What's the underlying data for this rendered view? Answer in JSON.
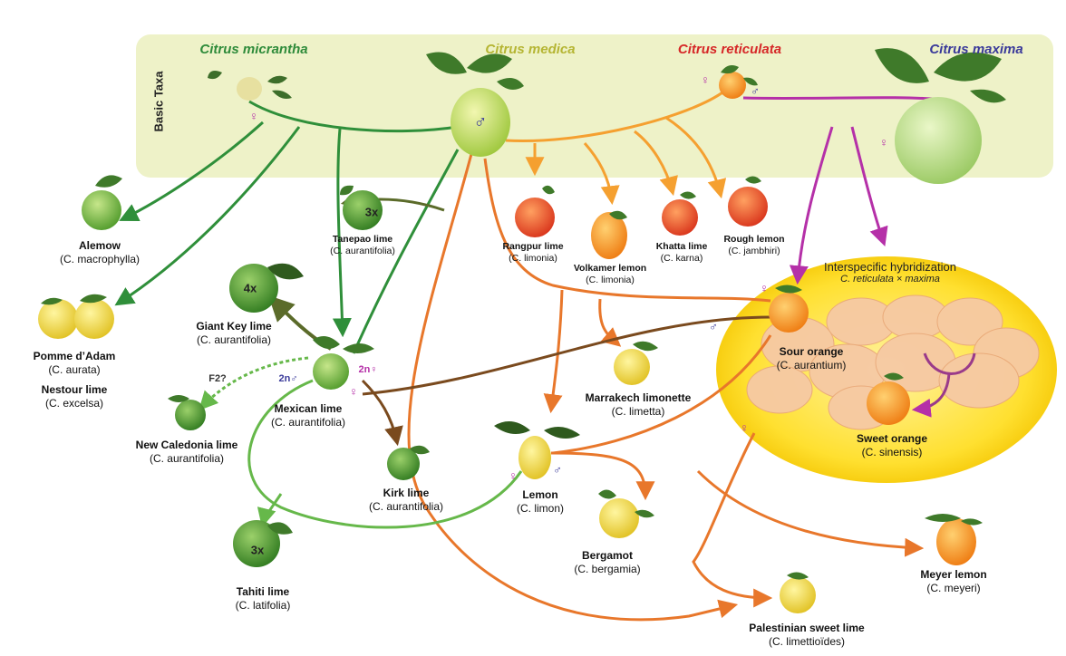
{
  "basic_taxa_label": "Basic Taxa",
  "taxa": {
    "micrantha": "Citrus micrantha",
    "medica": "Citrus medica",
    "reticulata": "Citrus reticulata",
    "maxima": "Citrus maxima"
  },
  "hybridization": {
    "title": "Interspecific hybridization",
    "subtitle": "C. reticulata × maxima"
  },
  "nodes": {
    "alemow": {
      "name": "Alemow",
      "species": "(C. macrophylla)"
    },
    "pomme": {
      "name": "Pomme d’Adam",
      "species": "(C. aurata)"
    },
    "nestour": {
      "name": "Nestour lime",
      "species": "(C. excelsa)"
    },
    "tanepao": {
      "name": "Tanepao lime",
      "species": "(C. aurantifolia)"
    },
    "giantkey": {
      "name": "Giant Key lime",
      "species": "(C. aurantifolia)"
    },
    "mexican": {
      "name": "Mexican lime",
      "species": "(C. aurantifolia)"
    },
    "newcal": {
      "name": "New Caledonia lime",
      "species": "(C. aurantifolia)"
    },
    "tahiti": {
      "name": "Tahiti lime",
      "species": "(C. latifolia)"
    },
    "kirk": {
      "name": "Kirk lime",
      "species": "(C. aurantifolia)"
    },
    "rangpur": {
      "name": "Rangpur lime",
      "species": "(C. limonia)"
    },
    "volkamer": {
      "name": "Volkamer lemon",
      "species": "(C. limonia)"
    },
    "khatta": {
      "name": "Khatta lime",
      "species": "(C. karna)"
    },
    "rough": {
      "name": "Rough lemon",
      "species": "(C. jambhiri)"
    },
    "marrakech": {
      "name": "Marrakech limonette",
      "species": "(C. limetta)"
    },
    "lemon": {
      "name": "Lemon",
      "species": "(C. limon)"
    },
    "bergamot": {
      "name": "Bergamot",
      "species": "(C. bergamia)"
    },
    "palestinian": {
      "name": "Palestinian sweet lime",
      "species": "(C. limettioïdes)"
    },
    "meyer": {
      "name": "Meyer lemon",
      "species": "(C. meyeri)"
    },
    "sour": {
      "name": "Sour orange",
      "species": "(C. aurantium)"
    },
    "sweet": {
      "name": "Sweet orange",
      "species": "(C. sinensis)"
    }
  },
  "ploidy": {
    "tanepao": "3x",
    "giantkey": "4x",
    "tahiti": "3x"
  },
  "annotations": {
    "f2": "F2?",
    "twon_male": "2n♂",
    "twon_female": "2n♀",
    "female": "♀",
    "male": "♂"
  },
  "colors": {
    "micrantha": "#2e8b3a",
    "medica": "#b5b533",
    "reticulata": "#d62828",
    "maxima": "#3a3a9a",
    "orange_line": "#e8772b",
    "brown_line": "#7a4a1e",
    "magenta_line": "#b530a8",
    "green_line": "#2f8f3a",
    "band": "#eef2c8"
  }
}
